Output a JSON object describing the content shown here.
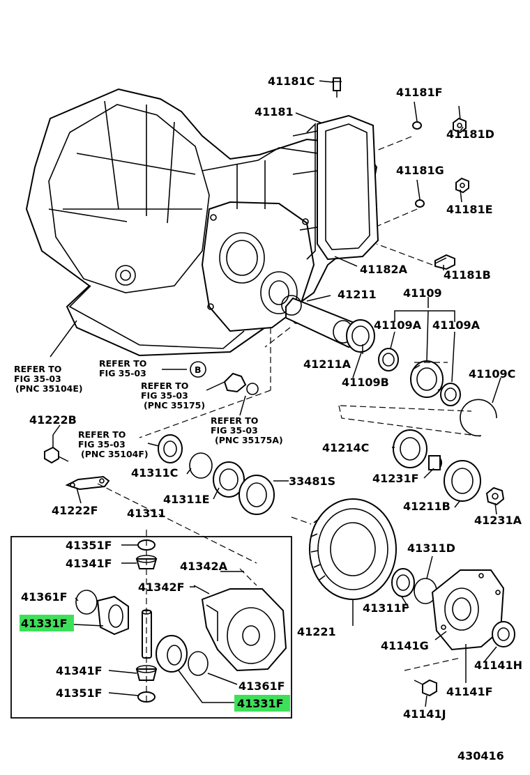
{
  "diagram_id": "430416",
  "labels": {
    "p41181C": "41181C",
    "p41181F": "41181F",
    "p41181": "41181",
    "p41181D": "41181D",
    "p41181G": "41181G",
    "p41181E": "41181E",
    "p41182A": "41182A",
    "p41181B": "41181B",
    "p41211": "41211",
    "p41109": "41109",
    "p41109A_1": "41109A",
    "p41109A_2": "41109A",
    "p41211A": "41211A",
    "p41109B": "41109B",
    "p41109C": "41109C",
    "p41222B": "41222B",
    "p41214C": "41214C",
    "p41311C": "41311C",
    "p33481S": "33481S",
    "p41231F": "41231F",
    "p41311E": "41311E",
    "p41211B": "41211B",
    "p41222F": "41222F",
    "p41311": "41311",
    "p41231A": "41231A",
    "p41351F_1": "41351F",
    "p41341F_1": "41341F",
    "p41342A": "41342A",
    "p41311D": "41311D",
    "p41342F": "41342F",
    "p41361F_1": "41361F",
    "p41331F_1": "41331F",
    "p41311F": "41311F",
    "p41221": "41221",
    "p41141G": "41141G",
    "p41141H": "41141H",
    "p41341F_2": "41341F",
    "p41361F_2": "41361F",
    "p41141F": "41141F",
    "p41351F_2": "41351F",
    "p41331F_2": "41331F",
    "p41141J": "41141J"
  },
  "refs": {
    "r1_a": "REFER TO",
    "r1_b": "FIG 35-03",
    "r1_c": "(PNC 35104E)",
    "r2_a": "REFER TO",
    "r2_b": "FIG 35-03",
    "r2_mark": "B",
    "r3_a": "REFER TO",
    "r3_b": "FIG 35-03",
    "r3_c": "(PNC 35175)",
    "r4_a": "REFER TO",
    "r4_b": "FIG 35-03",
    "r4_c": "(PNC 35175A)",
    "r5_a": "REFER TO",
    "r5_b": "FIG 35-03",
    "r5_c": "(PNC 35104F)"
  },
  "colors": {
    "highlight": "#3ee05a",
    "ink": "#000000",
    "paper": "#ffffff"
  }
}
